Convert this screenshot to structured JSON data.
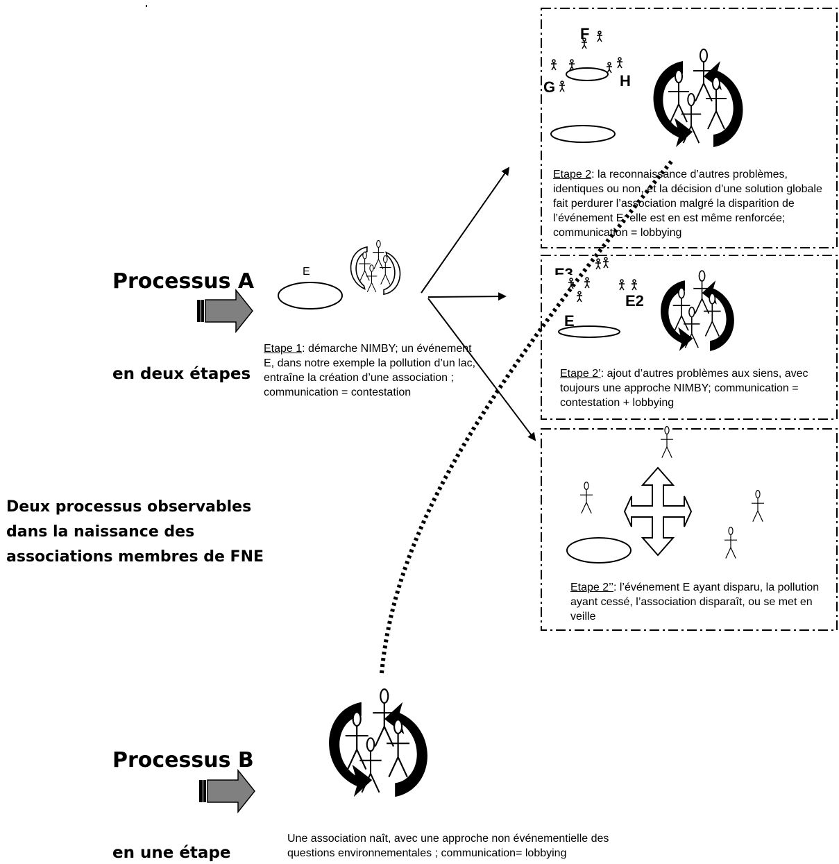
{
  "title": {
    "line1": "Deux processus observables",
    "line2": "dans la naissance des",
    "line3": "associations membres  de FNE"
  },
  "process_a": {
    "name": "Processus A",
    "subtitle": "en deux étapes",
    "event_label": "E",
    "step1": {
      "label": "Etape 1",
      "text": ": démarche NIMBY; un événement E, dans notre exemple la pollution d’un lac, entraîne la création d’une association ; communication = contestation"
    }
  },
  "process_b": {
    "name": "Processus B",
    "subtitle": "en une étape",
    "text": "Une association naît, avec une approche non événementielle des questions environnementales ; communication= lobbying"
  },
  "box_top": {
    "labels": {
      "f": "F",
      "g": "G",
      "h": "H"
    },
    "step": {
      "label": "Etape 2",
      "text": ": la reconnaissance d’autres problèmes, identiques ou non, et la décision d’une solution globale  fait perdurer l’association malgré la disparition de l’événement E; elle est en est même renforcée; communication = lobbying"
    }
  },
  "box_mid": {
    "labels": {
      "e": "E",
      "e2": "E2",
      "e3": "E3"
    },
    "step": {
      "label": "Etape 2’",
      "text": ": ajout d’autres problèmes aux siens, avec toujours une approche NIMBY; communication = contestation + lobbying"
    }
  },
  "box_bottom": {
    "step": {
      "label": "Etape 2’’",
      "text": ": l’événement E ayant disparu, la pollution ayant cessé, l’association disparaît, ou se met en veille"
    }
  }
}
